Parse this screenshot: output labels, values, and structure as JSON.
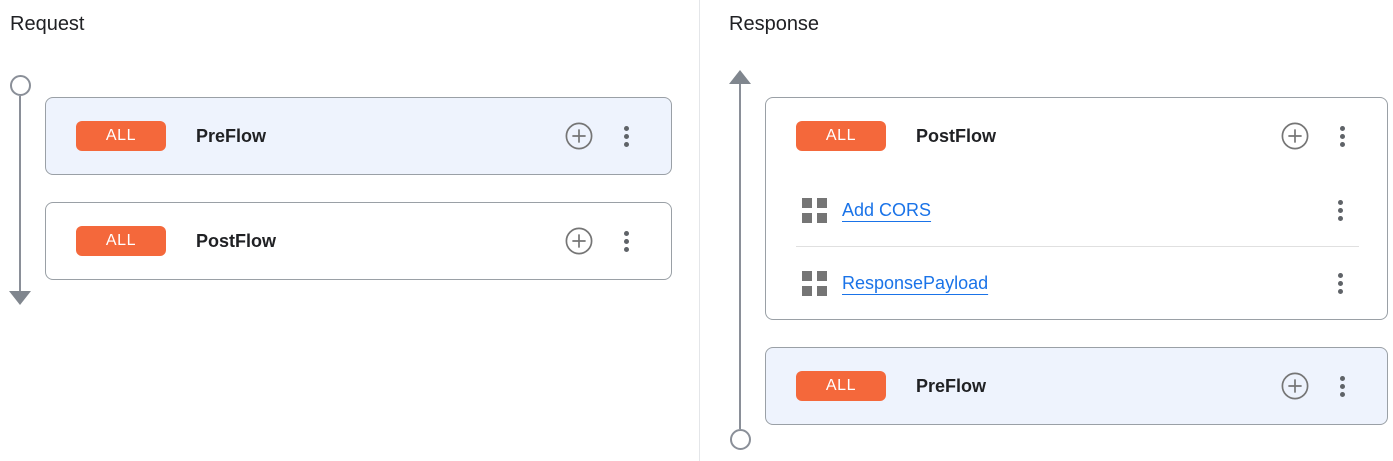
{
  "panels": {
    "request": {
      "title": "Request",
      "flow_direction": "top-to-bottom",
      "flows": [
        {
          "badge": "ALL",
          "name": "PreFlow",
          "highlighted": true
        },
        {
          "badge": "ALL",
          "name": "PostFlow",
          "highlighted": false
        }
      ]
    },
    "response": {
      "title": "Response",
      "flow_direction": "bottom-to-top",
      "flows": [
        {
          "badge": "ALL",
          "name": "PostFlow",
          "highlighted": false,
          "policies": [
            "Add CORS",
            "ResponsePayload"
          ]
        },
        {
          "badge": "ALL",
          "name": "PreFlow",
          "highlighted": true
        }
      ]
    }
  },
  "icons": {
    "add_policy": "plus-circle",
    "more_options": "kebab-vertical-dots",
    "policy": "grid-2x2-squares",
    "flow_start": "open-circle",
    "request_flow_end": "arrow-down",
    "response_flow_end": "arrow-up"
  },
  "colors": {
    "badge_background": "#F4683B",
    "badge_text": "#FFFFFF",
    "policy_link": "#1A73E8",
    "highlighted_flow_background": "#EEF3FD",
    "card_border": "#9AA0A6",
    "timeline_gray": "#8A8F98",
    "icon_gray": "#5F6368",
    "divider": "#E0E0E0"
  }
}
